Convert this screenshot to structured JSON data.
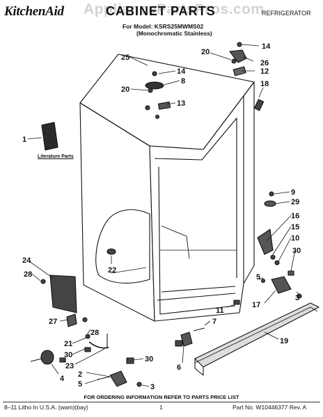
{
  "header": {
    "brand": "KitchenAid",
    "title": "CABINET PARTS",
    "category": "REFRIGERATOR",
    "model_line": "For Model: KSRS25MWMS02",
    "model_sub": "(Monochromatic Stainless)",
    "watermark": "AppliancePartsPros.com"
  },
  "labels": {
    "literature_parts": "Literature Parts"
  },
  "callouts": [
    "25",
    "14",
    "8",
    "20",
    "13",
    "20",
    "14",
    "26",
    "12",
    "18",
    "1",
    "9",
    "29",
    "16",
    "15",
    "10",
    "30",
    "22",
    "24",
    "28",
    "5",
    "17",
    "11",
    "7",
    "3",
    "27",
    "28",
    "21",
    "30",
    "23",
    "2",
    "30",
    "6",
    "4",
    "5",
    "3",
    "19"
  ],
  "footer": {
    "notice": "FOR ORDERING INFORMATION REFER TO PARTS PRICE LIST",
    "left": "8–11 Litho In U.S.A. (wam)(bay)",
    "page": "1",
    "part_no": "Part No. W10446377 Rev. A"
  }
}
